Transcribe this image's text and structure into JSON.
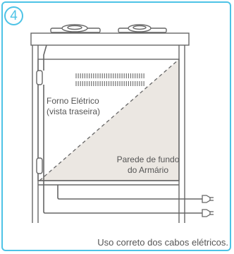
{
  "step_number": "4",
  "labels": {
    "oven_line1": "Forno Elétrico",
    "oven_line2": "(vista traseira)",
    "wall_line1": "Parede de fundo",
    "wall_line2": "do Armário"
  },
  "caption": "Uso correto dos cabos elétricos.",
  "colors": {
    "accent": "#4ec3e6",
    "stroke": "#666666",
    "wall_fill": "#ebe7e2"
  }
}
